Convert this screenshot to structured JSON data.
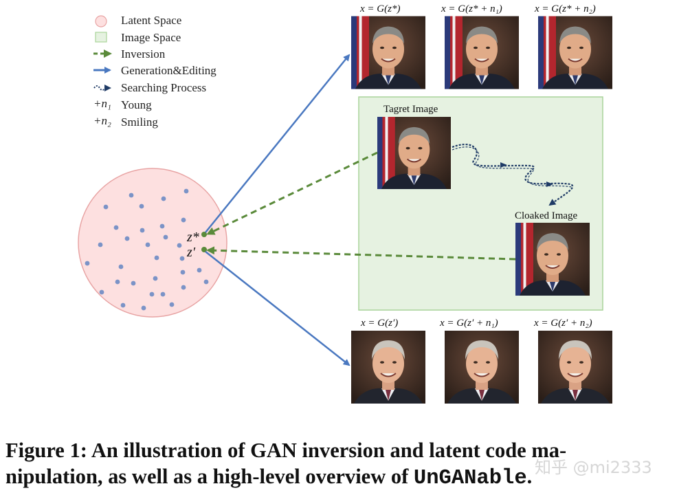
{
  "legend": {
    "latent": "Latent Space",
    "image": "Image Space",
    "inversion": "Inversion",
    "generation": "Generation&Editing",
    "searching": "Searching Process",
    "n1_symbol": "+n₁",
    "n1_label": "Young",
    "n2_symbol": "+n₂",
    "n2_label": "Smiling"
  },
  "top_row": {
    "f1": "x = G(z*)",
    "f2": "x = G(z* + n₁)",
    "f3": "x = G(z* + n₂)"
  },
  "bottom_row": {
    "f1": "x = G(z′)",
    "f2": "x = G(z′ + n₁)",
    "f3": "x = G(z′ + n₂)"
  },
  "image_space": {
    "target_label": "Tagret Image",
    "cloaked_label": "Cloaked Image"
  },
  "latent_labels": {
    "z_star": "z*",
    "z_prime": "z′"
  },
  "caption": {
    "line1": "Figure 1: An illustration of GAN inversion and latent code ma-",
    "line2_prefix": "nipulation, as well as a high-level overview of ",
    "line2_code": "UnGANable",
    "line2_suffix": "."
  },
  "watermark": "知乎 @mi2333",
  "colors": {
    "latent_fill": "#fde0e0",
    "latent_stroke": "#e8a4a4",
    "image_space_fill": "#e6f2e1",
    "image_space_stroke": "#a9d49a",
    "inversion": "#5a8a3a",
    "generation": "#4a78c0",
    "search": "#1f3b66",
    "dot": "#7b93c7"
  }
}
